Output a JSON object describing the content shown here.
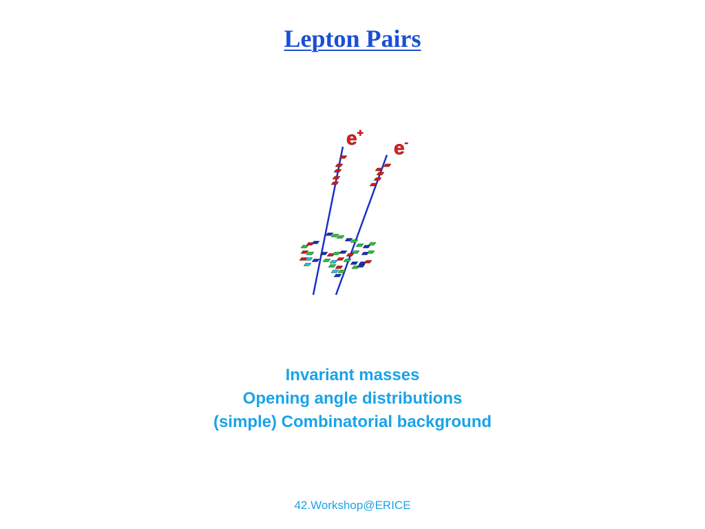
{
  "slide": {
    "title": "Lepton Pairs",
    "figure": {
      "labels": [
        {
          "base": "e",
          "sup": "+"
        },
        {
          "base": "e",
          "sup": "-"
        }
      ]
    },
    "topics": [
      "Invariant masses",
      "Opening angle distributions",
      "(simple) Combinatorial background"
    ],
    "footer": "42.Workshop@ERICE"
  },
  "colors": {
    "title": "#1a4fd6",
    "text": "#1aa3e8",
    "track": "#1a2fc8",
    "hit_red": "#e01818",
    "hit_green": "#22c840",
    "hit_cyan": "#20c8e0",
    "hit_blue": "#1a2fc8",
    "label": "#e02020"
  }
}
